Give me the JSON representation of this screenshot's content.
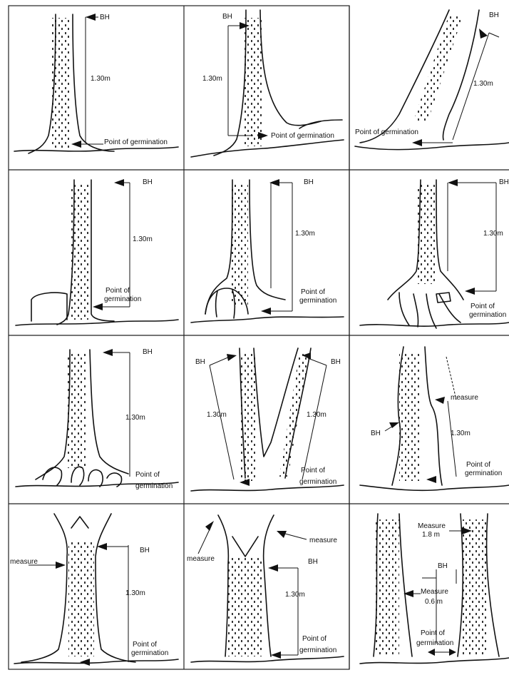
{
  "panels": [
    {
      "id": "p1",
      "labels": {
        "bh": "BH",
        "height": "1.30m",
        "germ": "Point of germination"
      }
    },
    {
      "id": "p2",
      "labels": {
        "bh": "BH",
        "height": "1.30m",
        "germ": "Point of germination"
      }
    },
    {
      "id": "p3",
      "labels": {
        "bh": "BH",
        "height": "1.30m",
        "germ": "Point of germination"
      }
    },
    {
      "id": "p4",
      "labels": {
        "bh": "BH",
        "height": "1.30m",
        "germ1": "Point of",
        "germ2": "germination"
      }
    },
    {
      "id": "p5",
      "labels": {
        "bh": "BH",
        "height": "1.30m",
        "germ1": "Point of",
        "germ2": "germination"
      }
    },
    {
      "id": "p6",
      "labels": {
        "bh": "BH",
        "height": "1.30m",
        "germ1": "Point of",
        "germ2": "germination"
      }
    },
    {
      "id": "p7",
      "labels": {
        "bh": "BH",
        "height": "1.30m",
        "germ1": "Point of",
        "germ2": "germination"
      }
    },
    {
      "id": "p8",
      "labels": {
        "bh_left": "BH",
        "bh_right": "BH",
        "height_left": "1.30m",
        "height_right": "1.30m",
        "germ1": "Point of",
        "germ2": "germination"
      }
    },
    {
      "id": "p9",
      "labels": {
        "bh": "BH",
        "measure": "measure",
        "height": "1.30m",
        "germ1": "Point of",
        "germ2": "germination"
      }
    },
    {
      "id": "p10",
      "labels": {
        "measure": "measure",
        "bh": "BH",
        "height": "1.30m",
        "germ1": "Point of",
        "germ2": "germination"
      }
    },
    {
      "id": "p11",
      "labels": {
        "measure_left": "measure",
        "measure_right": "measure",
        "bh": "BH",
        "height": "1.30m",
        "germ1": "Point of",
        "germ2": "germination"
      }
    },
    {
      "id": "p12",
      "labels": {
        "measure_top1": "Measure",
        "measure_top2": "1.8 m",
        "bh": "BH",
        "measure_mid1": "Measure",
        "measure_mid2": "0.6 m",
        "germ1": "Point of",
        "germ2": "germination"
      }
    }
  ]
}
